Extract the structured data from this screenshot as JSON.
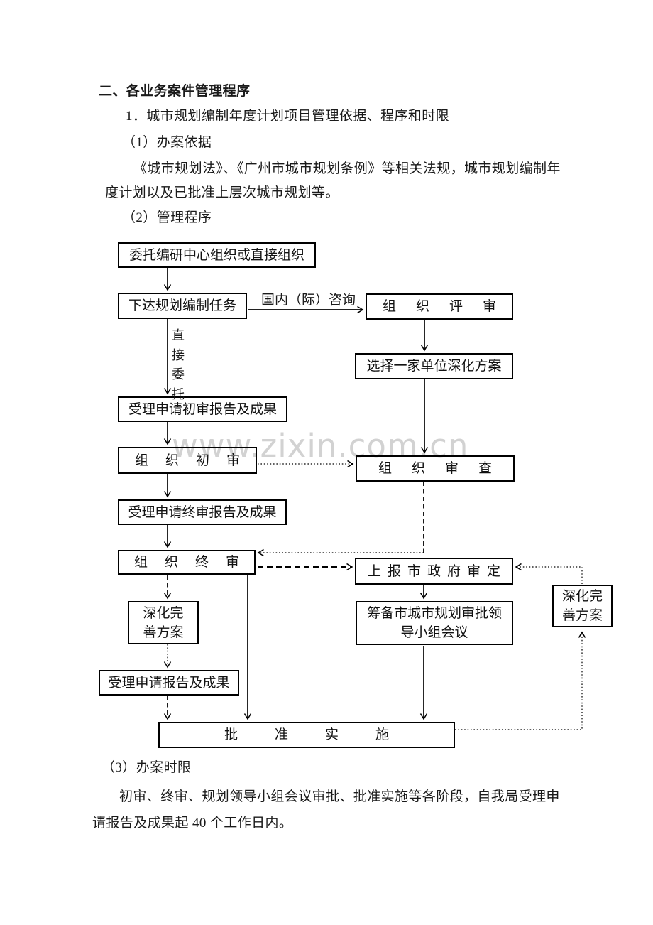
{
  "page": {
    "heading": "二、各业务案件管理程序",
    "intro": [
      {
        "text": "1．城市规划编制年度计划项目管理依据、程序和时限"
      },
      {
        "text": "（1）办案依据"
      },
      {
        "text": "《城市规划法》、《广州市城市规划条例》等相关法规，城市规划编制年"
      },
      {
        "text": "度计划以及已批准上层次城市规划等。"
      },
      {
        "text": "（2）管理程序"
      }
    ],
    "outro": [
      {
        "text": "（3）办案时限"
      },
      {
        "text": "初审、终审、规划领导小组会议审批、批准实施等各阶段，自我局受理申"
      },
      {
        "text": "请报告及成果起 40 个工作日内。"
      }
    ]
  },
  "flowchart": {
    "nodes": {
      "entrust": {
        "label": "委托编研中心组织或直接组织"
      },
      "assign_task": {
        "label": "下达规划编制任务"
      },
      "organize_review": {
        "label": "组织评审"
      },
      "select_unit": {
        "label": "选择一家单位深化方案"
      },
      "accept_initial": {
        "label": "受理申请初审报告及成果"
      },
      "initial_review": {
        "label": "组织初审"
      },
      "organize_examine": {
        "label": "组织审查"
      },
      "accept_final": {
        "label": "受理申请终审报告及成果"
      },
      "final_review": {
        "label": "组织终审"
      },
      "report_government": {
        "label": "上报市政府审定"
      },
      "refine_plan_left": {
        "line1": "深化完",
        "line2": "善方案"
      },
      "prepare_meeting": {
        "line1": "筹备市城市规划审批领",
        "line2": "导小组会议"
      },
      "refine_plan_right": {
        "line1": "深化完",
        "line2": "善方案"
      },
      "accept_report": {
        "label": "受理申请报告及成果"
      },
      "approve_implement": {
        "label": "批准实施"
      }
    },
    "edge_labels": {
      "consult": "国内（际）咨询",
      "direct_entrust": "直接委托"
    }
  },
  "watermark": "www.zixin.com.cn",
  "colors": {
    "ink": "#1a1a1a",
    "watermark": "#d2d2d2",
    "background": "#ffffff"
  }
}
